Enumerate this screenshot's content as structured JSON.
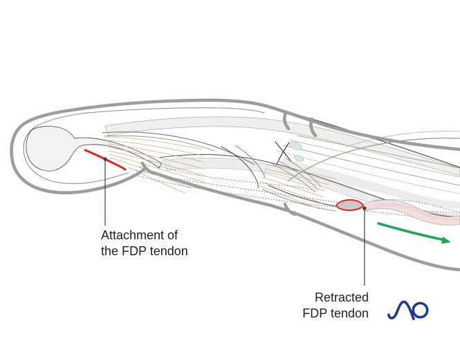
{
  "figure": {
    "alt": "Lateral cutaway illustration of a finger showing an avulsed flexor digitorum profundus (FDP) tendon retracted proximally",
    "labels": {
      "attachment": {
        "line1": "Attachment of",
        "line2": "the FDP tendon"
      },
      "retracted": {
        "line1": "Retracted",
        "line2": "FDP tendon"
      }
    },
    "logo": {
      "name": "AO"
    },
    "colors": {
      "highlight_red": "#e3251e",
      "arrow_green": "#22a357",
      "logo_blue": "#1e3c8e",
      "outline_gray": "#9d9d9d"
    },
    "icons": {
      "retraction_arrow": "arrow-right"
    }
  }
}
